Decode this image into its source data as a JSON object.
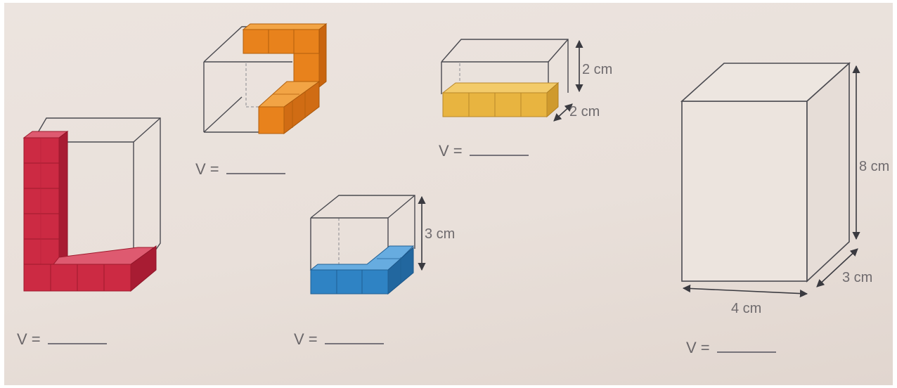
{
  "figures": [
    {
      "id": "red",
      "volume_prompt": "V = "
    },
    {
      "id": "orange",
      "volume_prompt": "V = "
    },
    {
      "id": "yellow",
      "volume_prompt": "V = ",
      "labels": {
        "height": "2 cm",
        "depth": "2 cm"
      }
    },
    {
      "id": "blue",
      "volume_prompt": "V = ",
      "labels": {
        "height": "3 cm"
      }
    },
    {
      "id": "prism",
      "volume_prompt": "V = ",
      "labels": {
        "height": "8 cm",
        "depth": "3 cm",
        "width": "4 cm"
      }
    }
  ],
  "colors": {
    "red": "#c8273f",
    "orange": "#e6801a",
    "yellow": "#e8b440",
    "blue": "#2f83c4",
    "line": "#4a4a50",
    "text": "#6f6b6e"
  }
}
